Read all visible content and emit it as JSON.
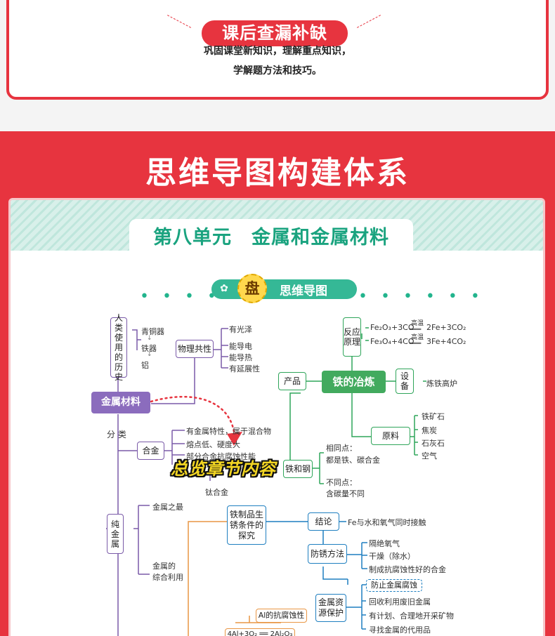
{
  "review": {
    "title": "课后查漏补缺",
    "desc_line1": "巩固课堂新知识，理解重点知识，",
    "desc_line2": "学解题方法和技巧。"
  },
  "main_title": "思维导图构建体系",
  "unit_title": "第八单元　金属和金属材料",
  "section": {
    "badge": "盘",
    "label": "思维导图",
    "dots_left": "• • • • • • •",
    "dots_right": "• • • • • •"
  },
  "overlay": "总览章节内容",
  "map": {
    "history_title": "人类使用的历史",
    "history_items": [
      "青铜器",
      "铁器",
      "铝"
    ],
    "physical": "物理共性",
    "physical_items": [
      "有光泽",
      "能导电",
      "能导热",
      "有延展性"
    ],
    "metal_materials": "金属材料",
    "classify": "分 类",
    "alloy": "合金",
    "alloy_items": [
      "有金属特性，属于混合物",
      "熔点低、硬度大",
      "部分合金抗腐蚀性能"
    ],
    "ti_alloy": "钛合金",
    "pure_metal": "纯金属",
    "pure_items": [
      "金属之最",
      "金属的",
      "综合利用"
    ],
    "reaction": "反应原理",
    "eq1_left": "Fe₂O₃+3CO",
    "eq1_cond": "高温",
    "eq1_right": "2Fe+3CO₂",
    "eq2_left": "Fe₃O₄+4CO",
    "eq2_cond": "高温",
    "eq2_right": "3Fe+4CO₂",
    "iron_smelt": "铁的冶炼",
    "product": "产品",
    "equipment": "设备",
    "furnace": "炼铁高炉",
    "raw": "原料",
    "raw_items": [
      "铁矿石",
      "焦炭",
      "石灰石",
      "空气"
    ],
    "iron_steel": "铁和钢",
    "same_title": "相同点：",
    "same": "都是铁、碳合金",
    "diff_title": "不同点：",
    "diff": "含碳量不同",
    "rust_explore": "铁制品生锈条件的探究",
    "conclusion": "结论",
    "conclusion_text": "Fe与水和氧气同时接触",
    "anti_rust": "防锈方法",
    "anti_items": [
      "隔绝氧气",
      "干燥（除水）",
      "制成抗腐蚀性好的合金"
    ],
    "protect": "金属资源保护",
    "protect_items": [
      "防止金属腐蚀",
      "回收利用废旧金属",
      "有计划、合理地开采矿物",
      "寻找金属的代用品"
    ],
    "al_resist": "Al的抗腐蚀性",
    "al_eq": "4Al+3O₂ ══ 2Al₂O₃"
  }
}
